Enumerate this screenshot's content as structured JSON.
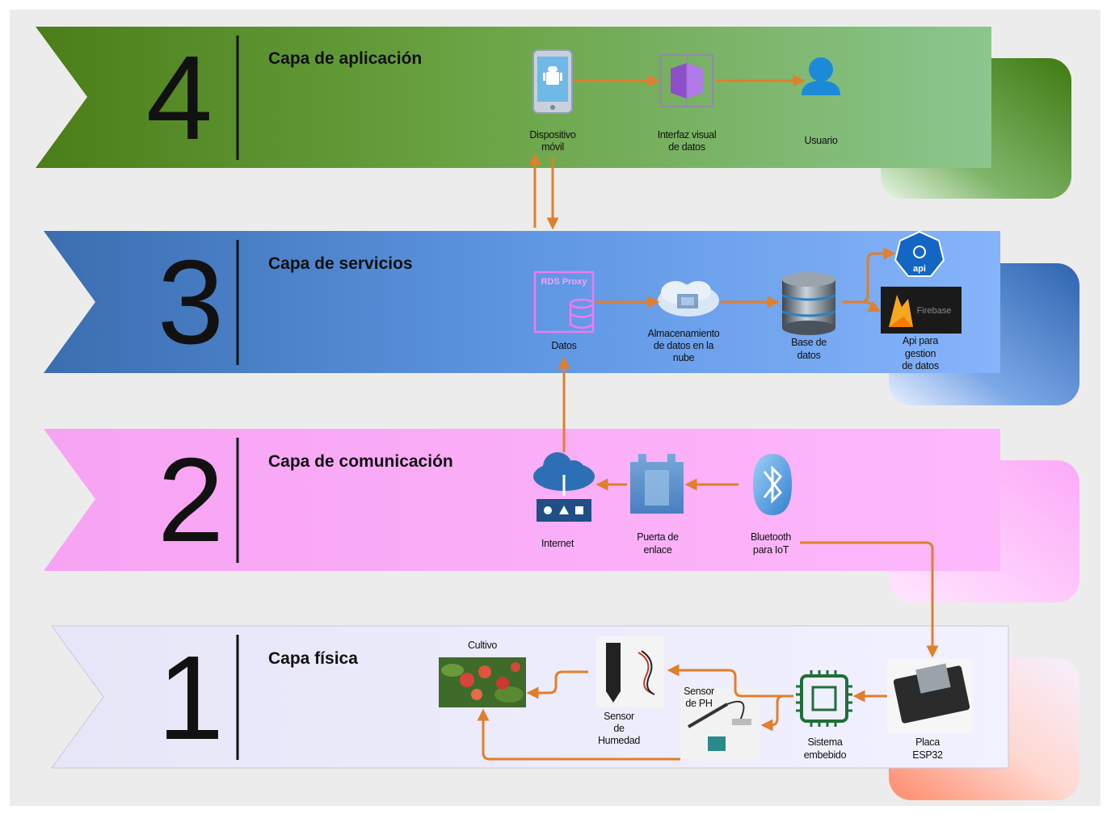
{
  "layers": [
    {
      "number": "4",
      "title": "Capa de aplicación",
      "color_main": "#5b8f2a",
      "color_light": "#8fc78c"
    },
    {
      "number": "3",
      "title": "Capa de servicios",
      "color_main": "#3f7cc4",
      "color_light": "#82b0f5"
    },
    {
      "number": "2",
      "title": "Capa de comunicación",
      "color_main": "#f6a8f4",
      "color_light": "#fdb6fb"
    },
    {
      "number": "1",
      "title": "Capa física",
      "color_main": "#e8e8fa",
      "color_light": "#f0f0ff"
    }
  ],
  "application": {
    "mobile": [
      "Dispositivo",
      "móvil"
    ],
    "visual": [
      "Interfaz visual",
      "de datos"
    ],
    "user": "Usuario"
  },
  "services": {
    "rds_badge": "RDS Proxy",
    "datos": "Datos",
    "storage": [
      "Almacenamiento",
      "de datos en la",
      "nube"
    ],
    "database": [
      "Base de",
      "datos"
    ],
    "api_badge": "api",
    "firebase_badge": "Firebase",
    "api_gestion": [
      "Api para",
      "gestion",
      "de datos"
    ]
  },
  "communication": {
    "internet": "Internet",
    "gateway": [
      "Puerta de",
      "enlace"
    ],
    "bluetooth": [
      "Bluetooth",
      "para IoT"
    ]
  },
  "physical": {
    "crop": "Cultivo",
    "humidity": [
      "Sensor",
      "de",
      "Humedad"
    ],
    "ph": [
      "Sensor",
      "de PH"
    ],
    "embedded": [
      "Sistema",
      "embebido"
    ],
    "esp32": [
      "Placa",
      "ESP32"
    ]
  },
  "colors": {
    "arrow": "#e07f2c",
    "frame_bg": "#ececec"
  }
}
